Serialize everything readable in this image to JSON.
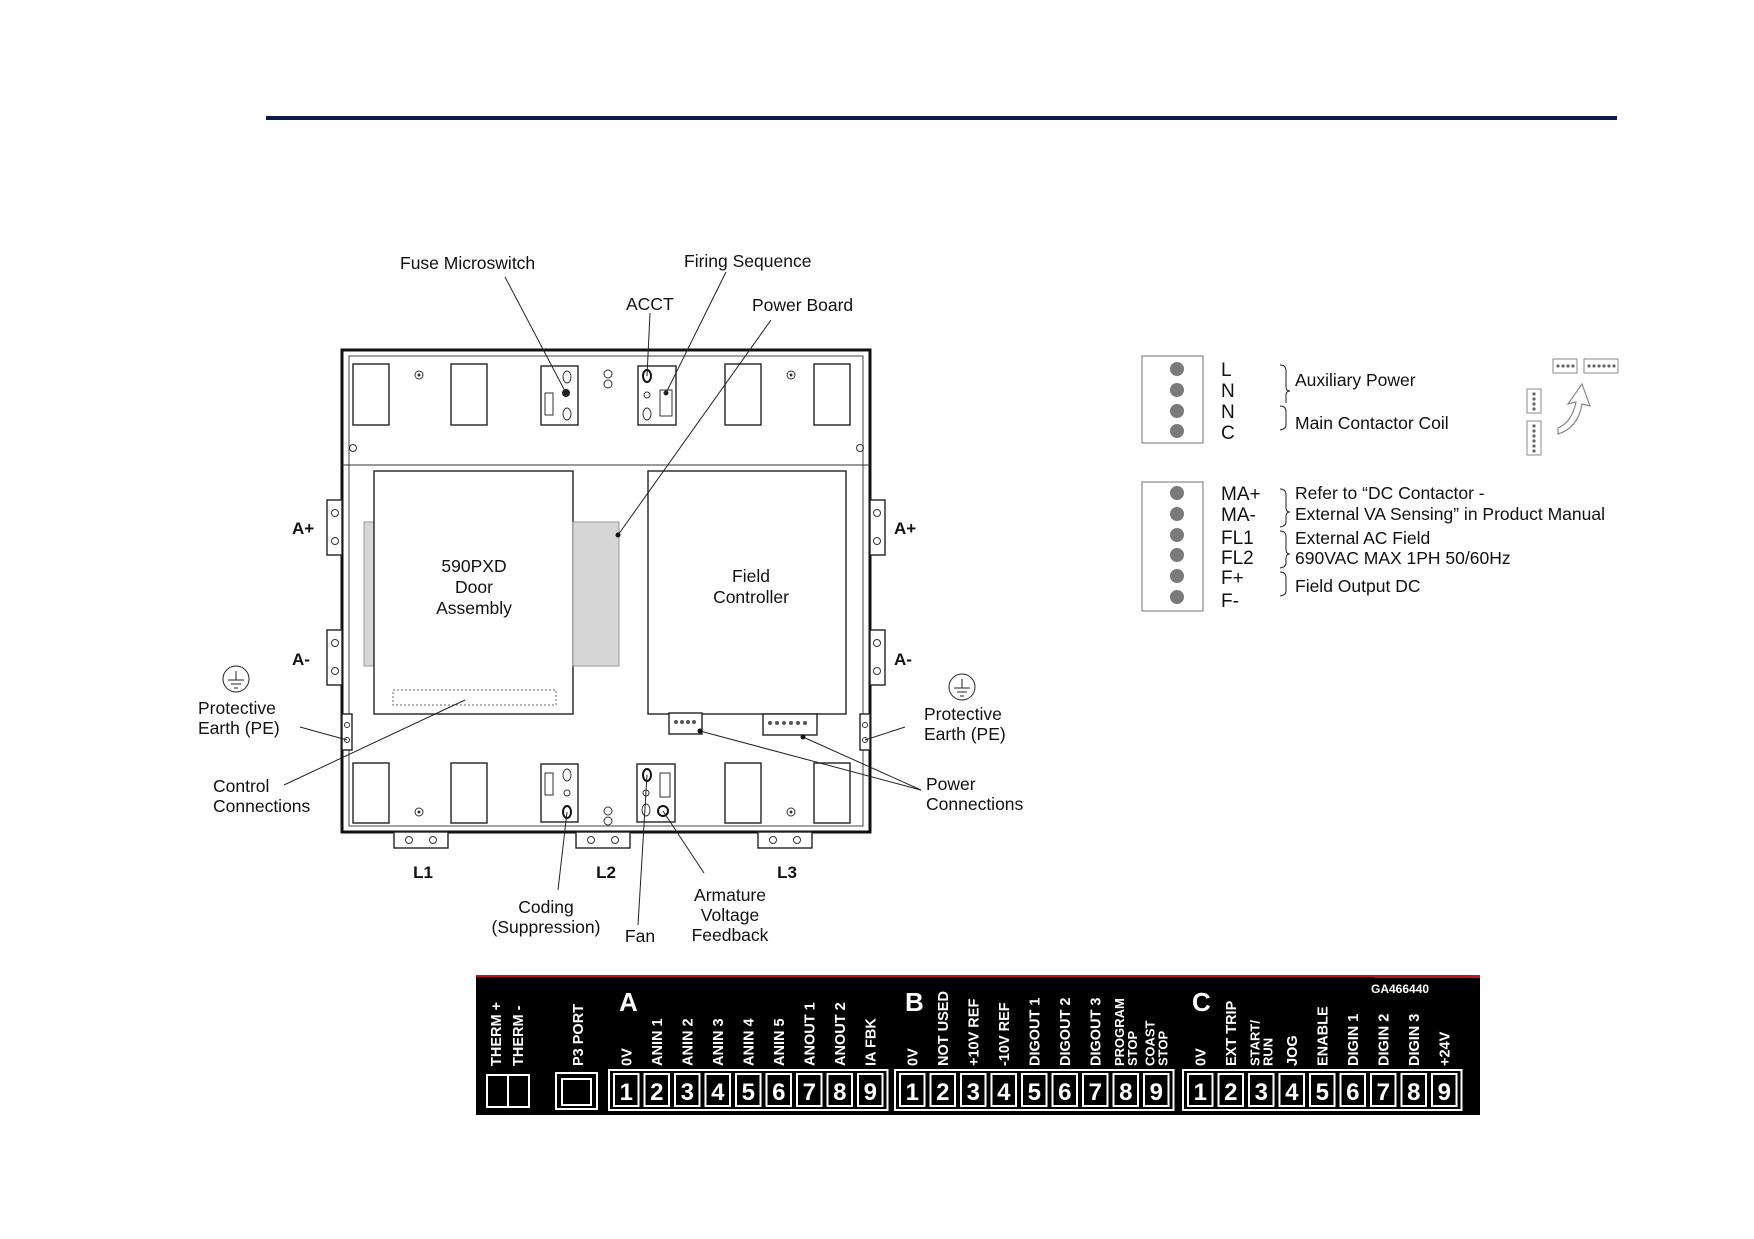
{
  "labels": {
    "fuse_microswitch": "Fuse Microswitch",
    "firing_sequence": "Firing Sequence",
    "acct": "ACCT",
    "power_board": "Power Board",
    "door_assembly": [
      "590PXD",
      "Door",
      "Assembly"
    ],
    "field_controller": [
      "Field",
      "Controller"
    ],
    "a_plus": "A+",
    "a_minus": "A-",
    "protective_earth": [
      "Protective",
      "Earth (PE)"
    ],
    "control_connections": [
      "Control",
      "Connections"
    ],
    "power_connections": [
      "Power",
      "Connections"
    ],
    "coding": [
      "Coding",
      "(Suppression)"
    ],
    "fan": "Fan",
    "armature_voltage_feedback": [
      "Armature",
      "Voltage",
      "Feedback"
    ],
    "l1": "L1",
    "l2": "L2",
    "l3": "L3"
  },
  "connector_upper": {
    "pins": [
      "L",
      "N",
      "N",
      "C"
    ],
    "descriptions": [
      "Auxiliary Power",
      "Main Contactor Coil"
    ]
  },
  "connector_lower": {
    "pins": [
      "MA+",
      "MA-",
      "FL1",
      "FL2",
      "F+",
      "F-"
    ],
    "descriptions": [
      [
        "Refer to “DC Contactor -",
        "External VA Sensing” in Product Manual"
      ],
      [
        "External AC Field",
        "690VAC MAX 1PH 50/60Hz"
      ],
      [
        "Field Output DC"
      ]
    ]
  },
  "terminal_strip": {
    "code": "GA466440",
    "therm": [
      "THERM +",
      "THERM -"
    ],
    "p3": "P3 PORT",
    "groups": [
      {
        "name": "A",
        "terminals": [
          [
            "0V"
          ],
          [
            "ANIN 1"
          ],
          [
            "ANIN 2"
          ],
          [
            "ANIN 3"
          ],
          [
            "ANIN 4"
          ],
          [
            "ANIN 5"
          ],
          [
            "ANOUT 1"
          ],
          [
            "ANOUT 2"
          ],
          [
            "IA FBK"
          ]
        ]
      },
      {
        "name": "B",
        "terminals": [
          [
            "0V"
          ],
          [
            "NOT USED"
          ],
          [
            "+10V REF"
          ],
          [
            "-10V REF"
          ],
          [
            "DIGOUT 1"
          ],
          [
            "DIGOUT 2"
          ],
          [
            "DIGOUT 3"
          ],
          [
            "PROGRAM",
            "STOP"
          ],
          [
            "COAST",
            "STOP"
          ]
        ]
      },
      {
        "name": "C",
        "terminals": [
          [
            "0V"
          ],
          [
            "EXT TRIP"
          ],
          [
            "START/",
            "RUN"
          ],
          [
            "JOG"
          ],
          [
            "ENABLE"
          ],
          [
            "DIGIN 1"
          ],
          [
            "DIGIN 2"
          ],
          [
            "DIGIN 3"
          ],
          [
            "+24V"
          ]
        ]
      }
    ],
    "numbers": [
      "1",
      "2",
      "3",
      "4",
      "5",
      "6",
      "7",
      "8",
      "9"
    ]
  },
  "colors": {
    "header_rule": "#0c1c4a",
    "strip_background": "#000000",
    "strip_accent": "#c0141c"
  }
}
